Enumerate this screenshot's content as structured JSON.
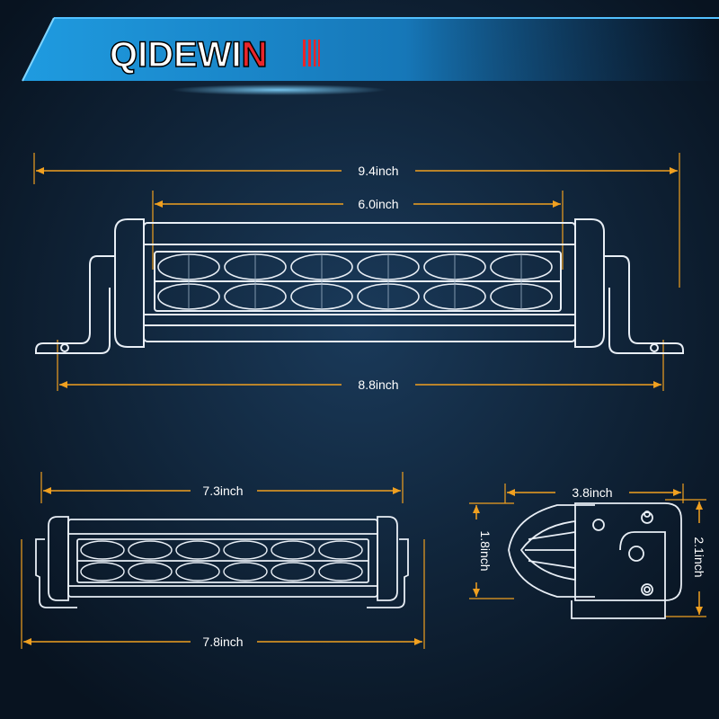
{
  "brand": {
    "part1": "QIDEWI",
    "part2": "N"
  },
  "front_view": {
    "overall_width": "9.4inch",
    "lens_width": "6.0inch",
    "mount_width": "8.8inch"
  },
  "second_view": {
    "body_width": "7.3inch",
    "mount_width": "7.8inch"
  },
  "side_view": {
    "depth": "3.8inch",
    "body_height": "1.8inch",
    "total_height": "2.1inch"
  },
  "colors": {
    "background": "#0b1724",
    "banner": "#1a88c8",
    "dimension_line": "#f0a020",
    "outline": "#e8eef5",
    "brand_red": "#e8262b"
  }
}
